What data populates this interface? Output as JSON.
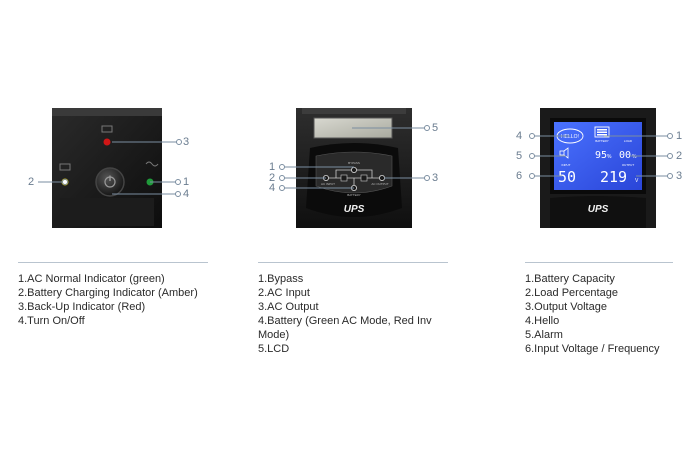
{
  "panels": [
    {
      "callouts": [
        "1",
        "2",
        "3",
        "4"
      ],
      "items": [
        "1.AC Normal Indicator (green)",
        "2.Battery Charging Indicator (Amber)",
        "3.Back-Up Indicator (Red)",
        "4.Turn On/Off"
      ]
    },
    {
      "callouts": [
        "1",
        "2",
        "3",
        "4",
        "5"
      ],
      "labels": {
        "brand": "UPS",
        "bypass": "BYPASS",
        "ac_input": "AC INPUT",
        "ac_output": "AC OUTPUT",
        "battery": "BATTERY"
      },
      "items": [
        "1.Bypass",
        "2.AC Input",
        "3.AC Output",
        "4.Battery (Green AC Mode, Red Inv Mode)",
        "5.LCD"
      ]
    },
    {
      "callouts": [
        "1",
        "2",
        "3",
        "4",
        "5",
        "6"
      ],
      "lcd": {
        "hello": "HELLO!",
        "capacity": "95",
        "capacity_unit": "%",
        "load": "00",
        "load_unit": "%",
        "out_v": "219",
        "out_unit": "V",
        "in_v": "50",
        "battery_label": "BATTERY",
        "load_label": "LOAD",
        "input_label": "INPUT",
        "output_label": "OUTPUT"
      },
      "labels": {
        "brand": "UPS"
      },
      "items": [
        "1.Battery Capacity",
        "2.Load Percentage",
        "3.Output Voltage",
        "4.Hello",
        "5.Alarm",
        "6.Input Voltage / Frequency"
      ]
    }
  ]
}
